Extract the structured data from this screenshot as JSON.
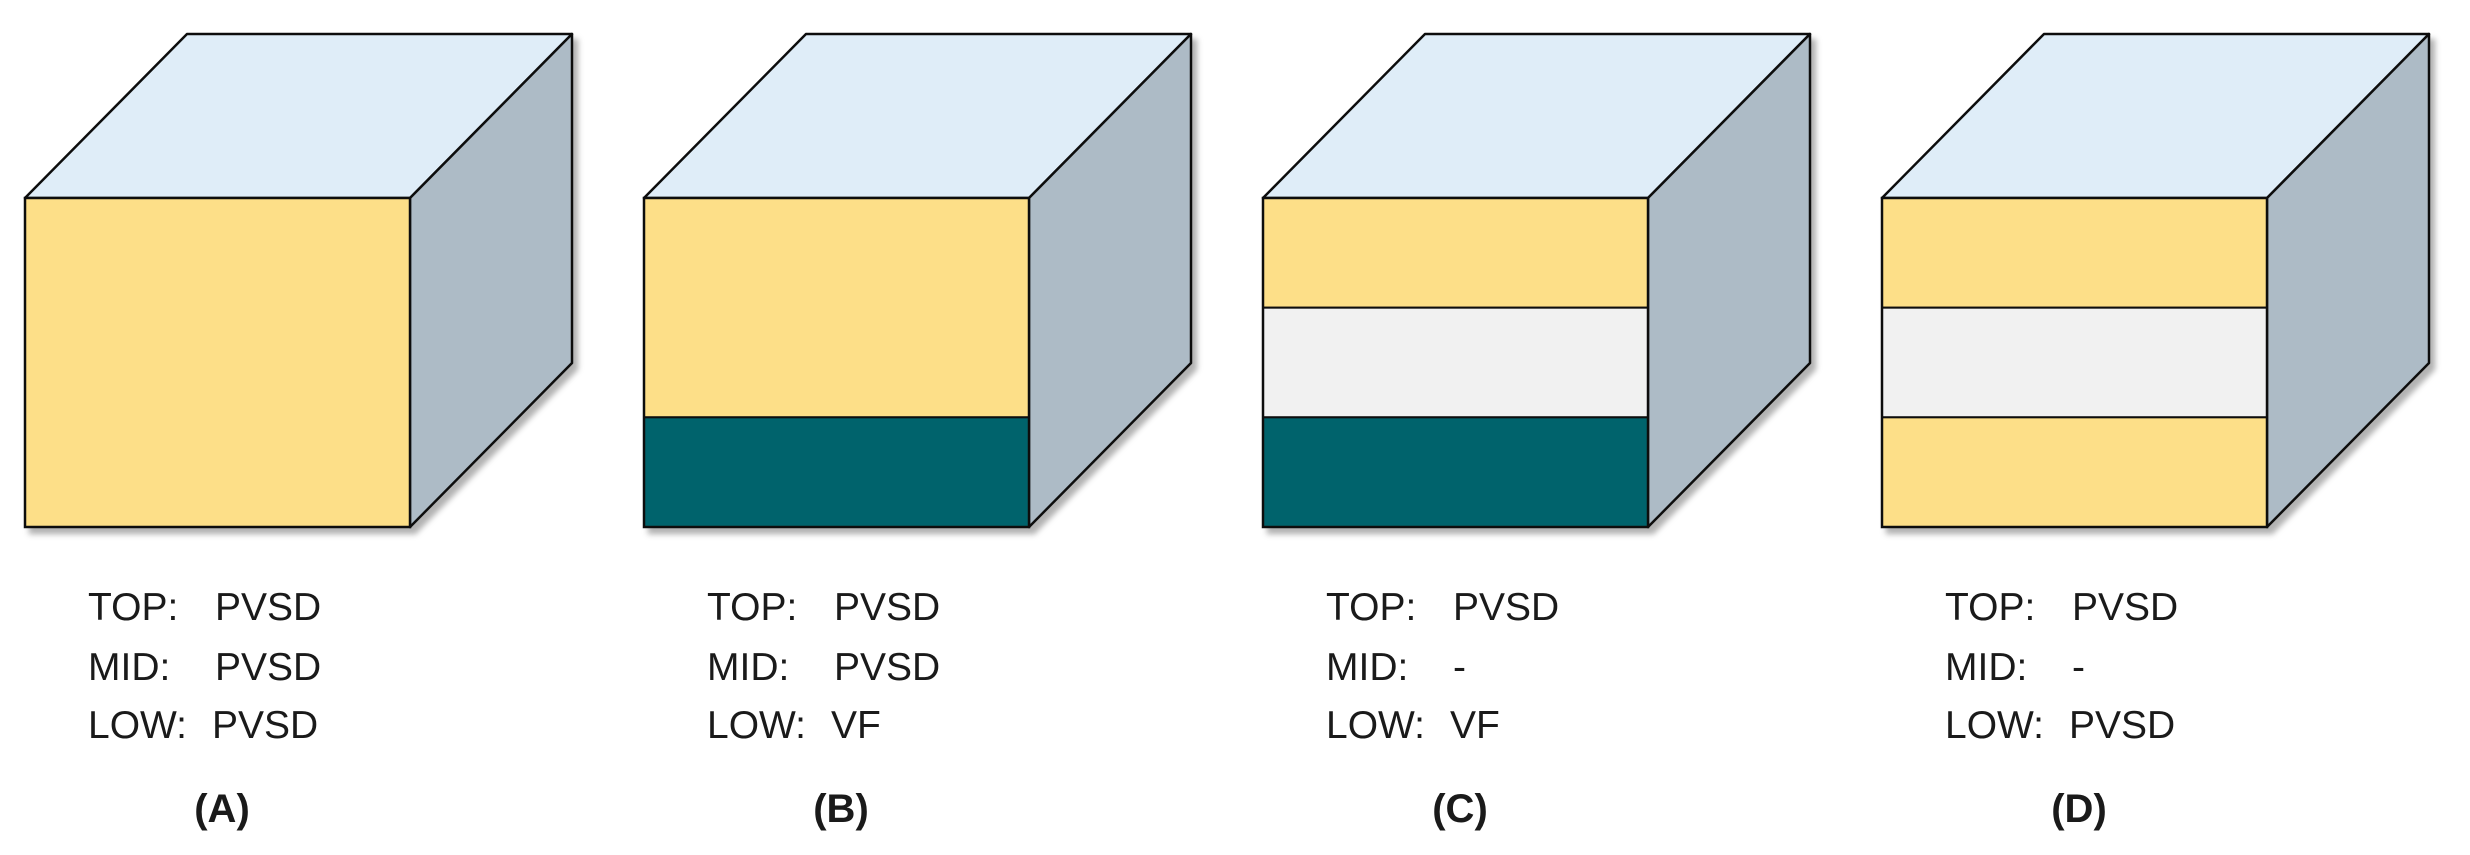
{
  "colors": {
    "top_face": "#DFEDF8",
    "side_face": "#ADBBC6",
    "pvsd": "#FDDF88",
    "vf": "#02646C",
    "empty": "#F1F1F1",
    "edge": "#111111"
  },
  "legend_keys": {
    "top": "TOP:",
    "mid": "MID:",
    "low": "LOW:"
  },
  "blocks": [
    {
      "caption": "(A)",
      "layers": {
        "top": "PVSD",
        "mid": "PVSD",
        "low": "PVSD"
      }
    },
    {
      "caption": "(B)",
      "layers": {
        "top": "PVSD",
        "mid": "PVSD",
        "low": "VF"
      }
    },
    {
      "caption": "(C)",
      "layers": {
        "top": "PVSD",
        "mid": "-",
        "low": "VF"
      }
    },
    {
      "caption": "(D)",
      "layers": {
        "top": "PVSD",
        "mid": "-",
        "low": "PVSD"
      }
    }
  ]
}
